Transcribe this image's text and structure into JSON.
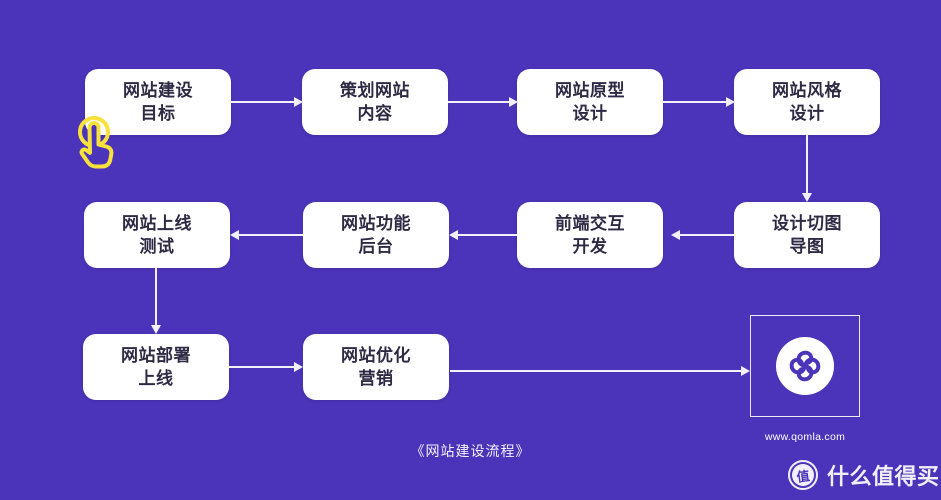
{
  "flow": {
    "caption": "《网站建设流程》",
    "nodes": [
      {
        "label": "网站建设\n目标"
      },
      {
        "label": "策划网站\n内容"
      },
      {
        "label": "网站原型\n设计"
      },
      {
        "label": "网站风格\n设计"
      },
      {
        "label": "网站上线\n测试"
      },
      {
        "label": "网站功能\n后台"
      },
      {
        "label": "前端交互\n开发"
      },
      {
        "label": "设计切图\n导图"
      },
      {
        "label": "网站部署\n上线"
      },
      {
        "label": "网站优化\n营销"
      }
    ]
  },
  "logo": {
    "site_url": "www.qomla.com"
  },
  "watermark": {
    "badge_glyph": "值",
    "brand_text": "什么值得买"
  },
  "colors": {
    "background": "#4b34b9",
    "node_bg": "#ffffff",
    "node_text": "#2e2a44",
    "connector": "#f2f1fb",
    "cursor_yellow": "#f7e23d"
  }
}
